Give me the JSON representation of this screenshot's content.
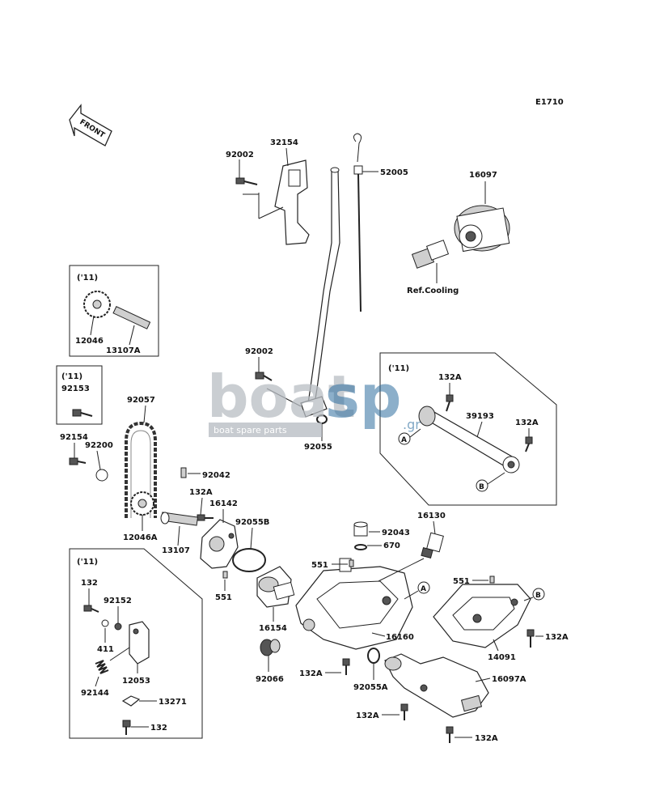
{
  "diagram_code": "E1710",
  "front_label": "FRONT",
  "watermark": {
    "brand_a": "boat",
    "brand_b": "sp",
    "suffix": ".gr",
    "tagline": "boat spare parts"
  },
  "inset_label_2011": "('11)",
  "reference_note": "Ref.Cooling",
  "callouts": {
    "c32154": "32154",
    "c92002a": "92002",
    "c52005": "52005",
    "c16097": "16097",
    "c12046": "12046",
    "c13107A": "13107A",
    "c92153": "92153",
    "c92057": "92057",
    "c92002b": "92002",
    "c92055": "92055",
    "c132A_1": "132A",
    "c39193": "39193",
    "c132A_2": "132A",
    "c92154": "92154",
    "c92200": "92200",
    "c92042": "92042",
    "c132A_3": "132A",
    "c16142": "16142",
    "c92055B": "92055B",
    "c12046A": "12046A",
    "c13107": "13107",
    "c551a": "551",
    "c16130": "16130",
    "c92043": "92043",
    "c551b": "551",
    "c670": "670",
    "c551c": "551",
    "c16154": "16154",
    "c16160": "16160",
    "c132A_4": "132A",
    "c14091": "14091",
    "c92066": "92066",
    "c132A_5": "132A",
    "c92055A": "92055A",
    "c16097A": "16097A",
    "c132A_6": "132A",
    "c132A_7": "132A",
    "c132a": "132",
    "c92152": "92152",
    "c411": "411",
    "c12053": "12053",
    "c92144": "92144",
    "c13271": "13271",
    "c132b": "132"
  },
  "connectors": {
    "A": "A",
    "B": "B"
  }
}
